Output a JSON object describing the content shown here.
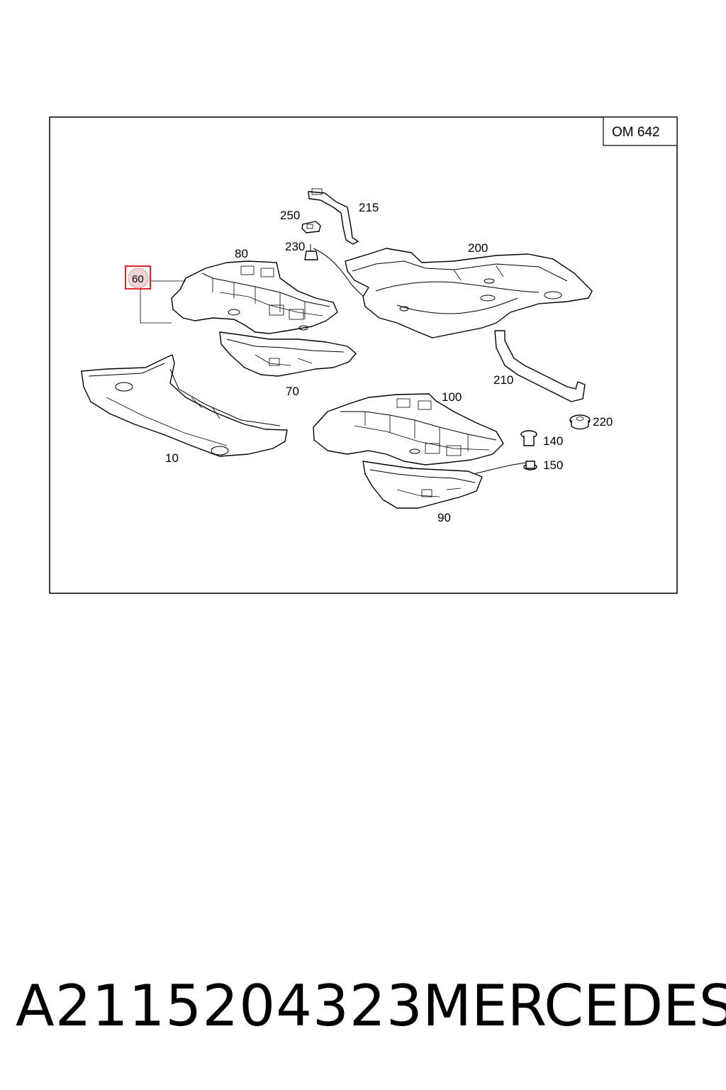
{
  "diagram": {
    "engine_code": "OM 642",
    "highlighted_callout": "60",
    "callouts": {
      "c10": "10",
      "c60": "60",
      "c70": "70",
      "c80": "80",
      "c90": "90",
      "c100": "100",
      "c140": "140",
      "c150": "150",
      "c200": "200",
      "c210": "210",
      "c215": "215",
      "c220": "220",
      "c230": "230",
      "c250": "250"
    },
    "highlight_color": "#e0262b"
  },
  "footer": {
    "part_number": "A2115204323",
    "brand": "MERCEDES"
  }
}
